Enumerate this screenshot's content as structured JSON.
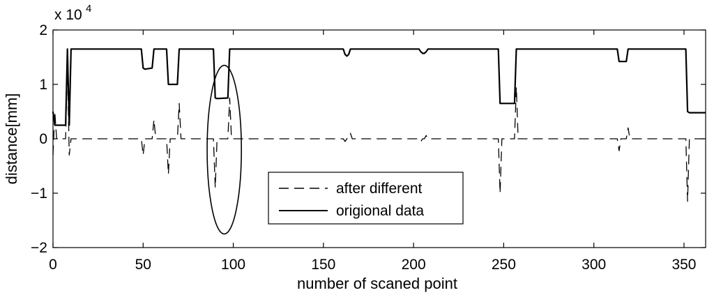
{
  "chart_data": {
    "type": "line",
    "xlabel": "number of scaned point",
    "ylabel": "distance[mm]",
    "y_multiplier_label": "x 10",
    "y_multiplier_exponent": "4",
    "xlim": [
      0,
      362
    ],
    "ylim": [
      -2,
      2
    ],
    "xticks": [
      0,
      50,
      100,
      150,
      200,
      250,
      300,
      350
    ],
    "yticks": [
      -2,
      -1,
      0,
      1,
      2
    ],
    "xtick_labels": [
      "0",
      "50",
      "100",
      "150",
      "200",
      "250",
      "300",
      "350"
    ],
    "ytick_labels": [
      "−2",
      "−1",
      "0",
      "1",
      "2"
    ],
    "y_units_scale": 10000,
    "legend_position": "lower-center",
    "annotations": [
      {
        "type": "ellipse",
        "center": [
          95,
          -0.2
        ],
        "radius_x": 9.5,
        "radius_y": 1.55
      }
    ],
    "series": [
      {
        "name": "after different",
        "style": "dashed",
        "color": "#000000",
        "x": [
          0,
          1,
          2,
          7,
          8,
          9,
          10,
          11,
          49,
          50,
          51,
          55,
          56,
          57,
          63,
          64,
          65,
          69,
          70,
          71,
          89,
          90,
          91,
          97,
          98,
          99,
          161,
          162,
          163,
          164,
          165,
          166,
          167,
          203,
          204,
          205,
          206,
          207,
          208,
          209,
          247,
          248,
          249,
          256,
          257,
          258,
          259,
          313,
          314,
          315,
          318,
          319,
          320,
          351,
          352,
          353,
          362
        ],
        "y": [
          -0.3,
          0.5,
          0,
          0,
          1.4,
          -0.3,
          0,
          0,
          0,
          -0.3,
          0,
          0,
          0.35,
          0,
          0,
          -0.65,
          0,
          0,
          0.65,
          0,
          0,
          -0.9,
          0,
          0,
          0.75,
          0,
          0,
          -0.05,
          0,
          0.08,
          0.1,
          0,
          0,
          0,
          -0.05,
          0,
          0,
          0.06,
          0,
          0,
          0,
          -1.0,
          0,
          0,
          0.95,
          0,
          0,
          0,
          -0.22,
          0,
          0,
          0.2,
          0,
          0,
          -1.15,
          0,
          0
        ]
      },
      {
        "name": "origional data",
        "style": "solid",
        "color": "#000000",
        "x": [
          0,
          1,
          7,
          8,
          9,
          10,
          49,
          50,
          51,
          55,
          56,
          57,
          63,
          64,
          65,
          69,
          70,
          71,
          89,
          90,
          91,
          97,
          98,
          99,
          161,
          162,
          163,
          164,
          165,
          166,
          167,
          203,
          204,
          205,
          206,
          207,
          208,
          209,
          247,
          248,
          249,
          256,
          257,
          258,
          259,
          313,
          314,
          315,
          318,
          319,
          320,
          351,
          352,
          353,
          362
        ],
        "y": [
          0.5,
          0.25,
          0.25,
          1.65,
          0.25,
          1.65,
          1.65,
          1.3,
          1.28,
          1.3,
          1.65,
          1.65,
          1.65,
          1.0,
          1.0,
          1.0,
          1.65,
          1.65,
          1.65,
          0.75,
          0.74,
          0.75,
          1.65,
          1.65,
          1.65,
          1.55,
          1.52,
          1.55,
          1.65,
          1.65,
          1.65,
          1.65,
          1.6,
          1.57,
          1.57,
          1.6,
          1.65,
          1.65,
          1.65,
          0.65,
          0.65,
          0.65,
          1.65,
          1.65,
          1.65,
          1.65,
          1.42,
          1.42,
          1.42,
          1.65,
          1.65,
          1.65,
          0.5,
          0.48,
          0.48
        ]
      }
    ]
  }
}
